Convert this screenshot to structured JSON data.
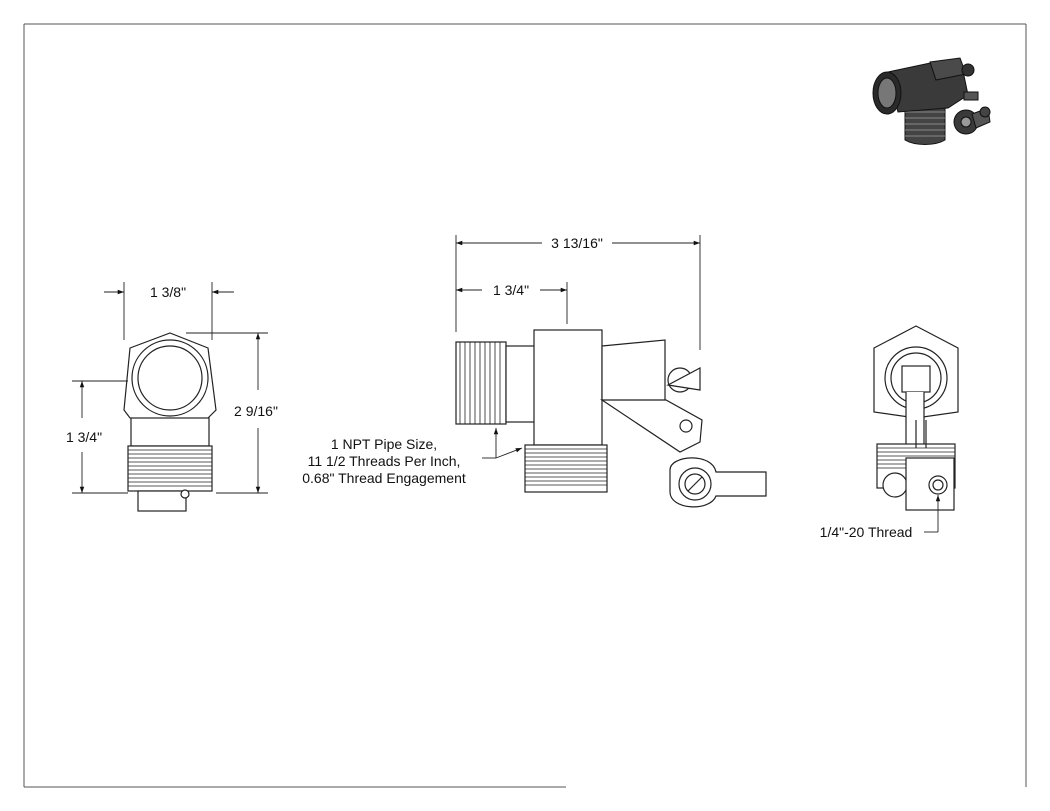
{
  "drawing": {
    "front_view": {
      "width_dim": "1 3/8\"",
      "height_dim": "2 9/16\"",
      "thread_dim": "1 3/4\""
    },
    "side_view": {
      "overall_dim": "3 13/16\"",
      "thread_len_dim": "1 3/4\"",
      "pipe_note": [
        "1 NPT Pipe Size,",
        "11 1/2 Threads Per Inch,",
        "0.68\" Thread Engagement"
      ]
    },
    "end_view": {
      "thread_note": "1/4\"-20 Thread"
    },
    "colors": {
      "line": "#222222",
      "frame": "#555555",
      "iso_body": "#3a3a3a"
    }
  }
}
